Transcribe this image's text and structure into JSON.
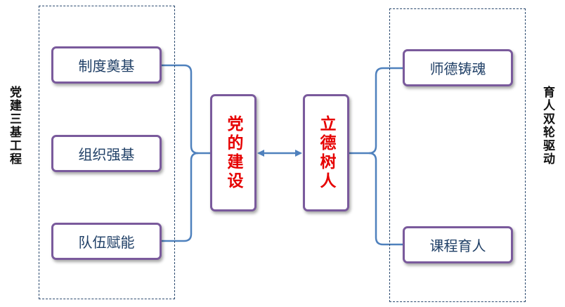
{
  "left_group": {
    "side_label": "党建三基工程",
    "items": [
      {
        "label": "制度奠基"
      },
      {
        "label": "组织强基"
      },
      {
        "label": "队伍赋能"
      }
    ]
  },
  "center": {
    "left_core": "党的建设",
    "right_core": "立德树人"
  },
  "right_group": {
    "side_label": "育人双轮驱动",
    "items": [
      {
        "label": "师德铸魂"
      },
      {
        "label": "课程育人"
      }
    ]
  },
  "colors": {
    "box_border": "#7a5a9c",
    "box_text": "#1f3f66",
    "core_text": "#e60000",
    "connector": "#4f81bd",
    "dashed_border": "#2b4a6f"
  }
}
